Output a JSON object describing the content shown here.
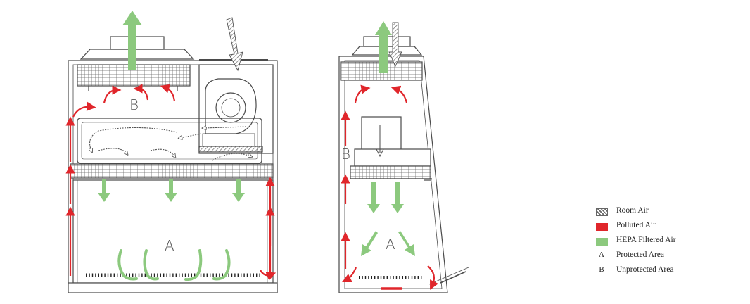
{
  "diagram": {
    "front_view": {
      "upper_zone_label": "B",
      "work_zone_label": "A"
    },
    "side_view": {
      "upper_zone_label": "B",
      "work_zone_label": "A"
    }
  },
  "legend": {
    "items": [
      {
        "key": "room_air",
        "text": "Room Air",
        "marker": "",
        "color": "#8a8a8a"
      },
      {
        "key": "polluted_air",
        "text": "Polluted Air",
        "marker": "",
        "color": "#e0262b"
      },
      {
        "key": "hepa_air",
        "text": "HEPA Filtered Air",
        "marker": "",
        "color": "#8cc97e"
      },
      {
        "key": "protected",
        "text": "Protected Area",
        "marker": "A",
        "color": ""
      },
      {
        "key": "unprotected",
        "text": "Unprotected Area",
        "marker": "B",
        "color": ""
      }
    ]
  },
  "colors": {
    "green": "#8cc97e",
    "red": "#e0262b",
    "line": "#4a4a4a",
    "hatch": "#8a8a8a"
  }
}
